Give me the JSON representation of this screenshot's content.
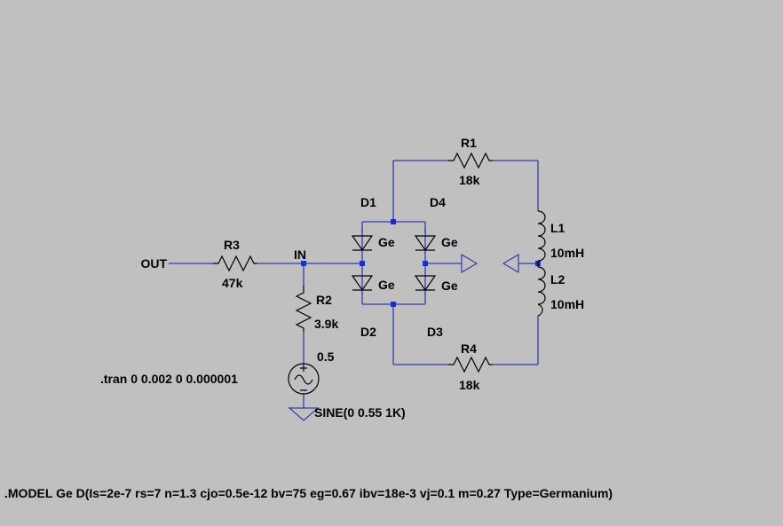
{
  "nets": {
    "out": "OUT",
    "in": "IN"
  },
  "components": {
    "R1": {
      "name": "R1",
      "value": "18k"
    },
    "R2": {
      "name": "R2",
      "value": "3.9k"
    },
    "R3": {
      "name": "R3",
      "value": "47k"
    },
    "R4": {
      "name": "R4",
      "value": "18k"
    },
    "L1": {
      "name": "L1",
      "value": "10mH"
    },
    "L2": {
      "name": "L2",
      "value": "10mH"
    },
    "D1": {
      "name": "D1",
      "model": "Ge"
    },
    "D2": {
      "name": "D2",
      "model": "Ge"
    },
    "D3": {
      "name": "D3",
      "model": "Ge"
    },
    "D4": {
      "name": "D4",
      "model": "Ge"
    },
    "V1": {
      "dc": "0.5",
      "source": "SINE(0 0.55 1K)"
    }
  },
  "directives": {
    "tran": ".tran 0 0.002 0 0.000001",
    "model": ".MODEL Ge D(Is=2e-7 rs=7 n=1.3 cjo=0.5e-12 bv=75 eg=0.67 ibv=18e-3 vj=0.1 m=0.27 Type=Germanium)"
  },
  "colors": {
    "background": "#c0c0c0",
    "wire": "#2f3ea8",
    "junction": "#1a2bd8",
    "component": "#000000"
  }
}
